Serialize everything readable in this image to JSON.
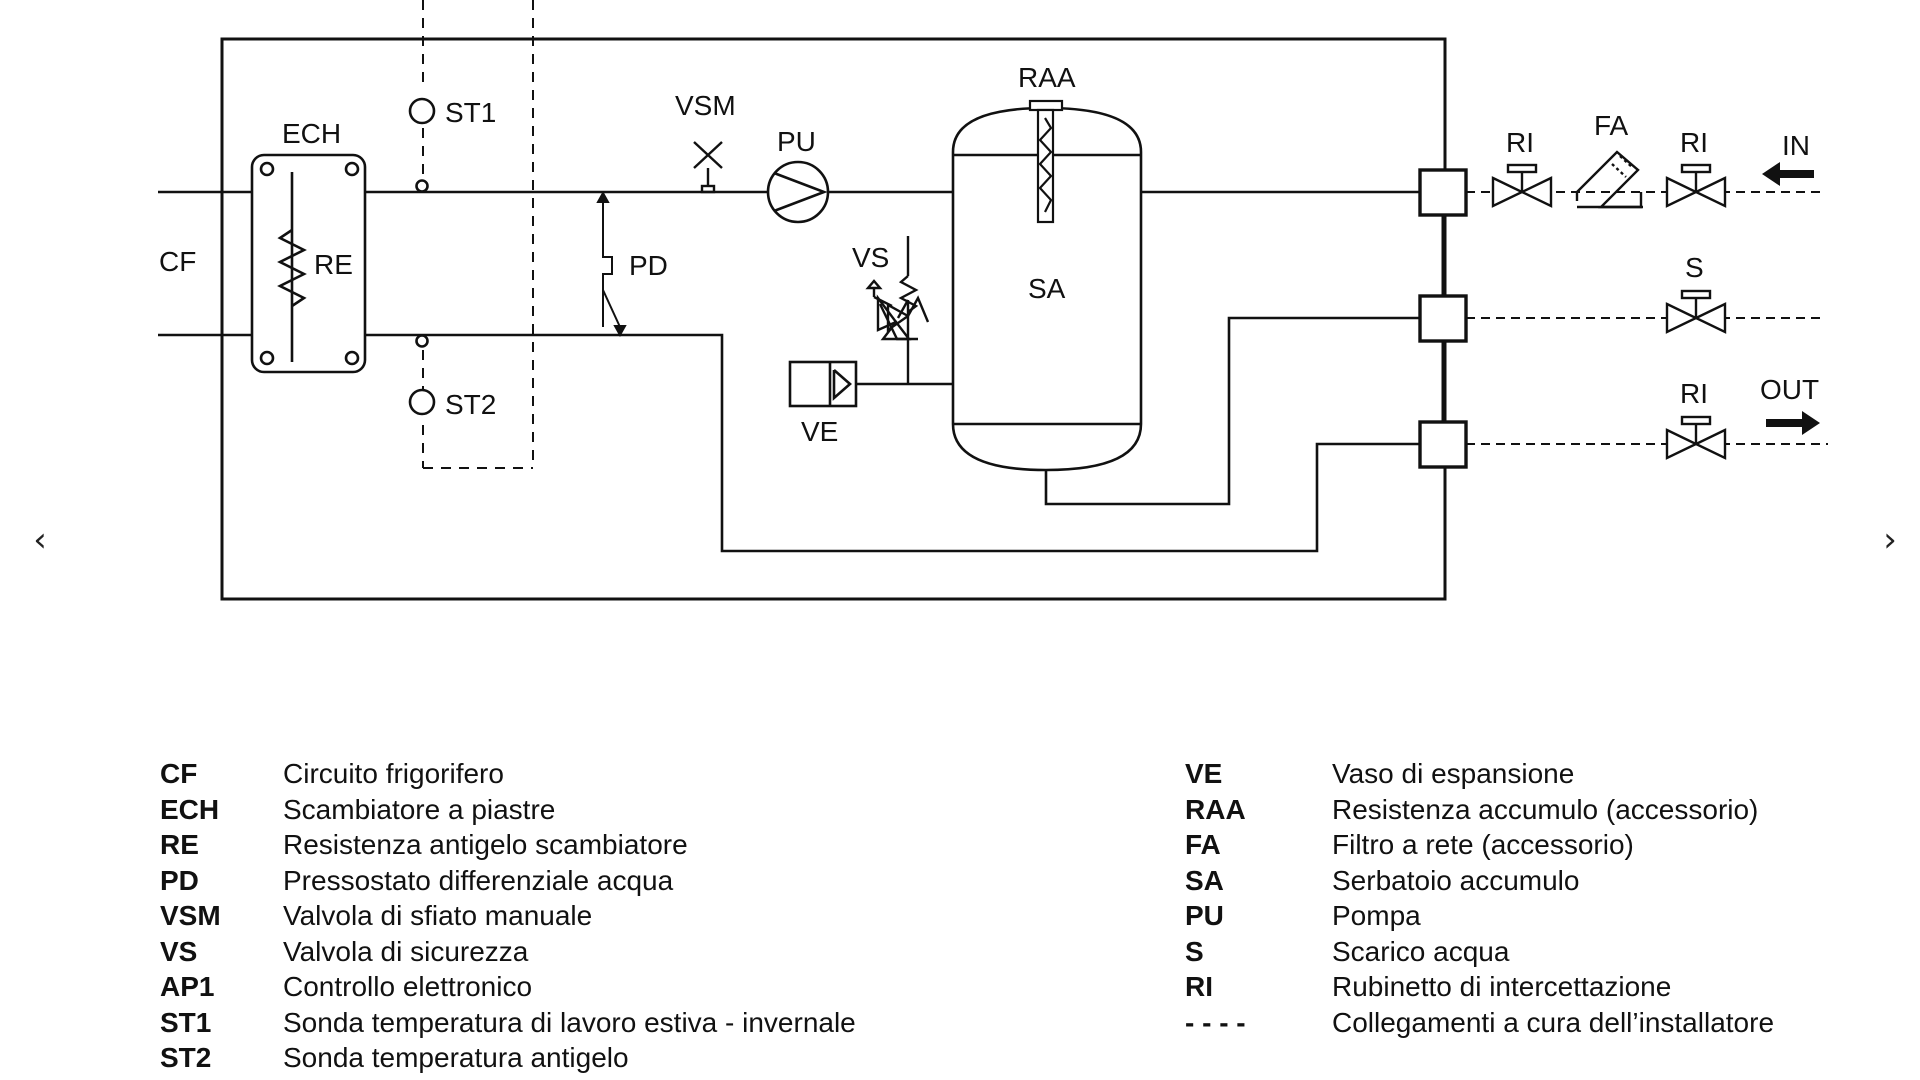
{
  "navigation": {
    "prev_icon": "‹",
    "next_icon": "›"
  },
  "labels": {
    "st1": "ST1",
    "st2": "ST2",
    "ech": "ECH",
    "re": "RE",
    "cf": "CF",
    "pd": "PD",
    "vsm": "VSM",
    "pu": "PU",
    "vs": "VS",
    "ve": "VE",
    "raa": "RAA",
    "sa": "SA",
    "ri_1": "RI",
    "fa": "FA",
    "ri_2": "RI",
    "in": "IN",
    "s": "S",
    "ri_3": "RI",
    "out": "OUT"
  },
  "legend": {
    "left": [
      {
        "code": "CF",
        "desc": "Circuito frigorifero"
      },
      {
        "code": "ECH",
        "desc": "Scambiatore a piastre"
      },
      {
        "code": "RE",
        "desc": "Resistenza antigelo scambiatore"
      },
      {
        "code": "PD",
        "desc": "Pressostato differenziale acqua"
      },
      {
        "code": "VSM",
        "desc": "Valvola di sfiato manuale"
      },
      {
        "code": "VS",
        "desc": "Valvola di sicurezza"
      },
      {
        "code": "AP1",
        "desc": "Controllo elettronico"
      },
      {
        "code": "ST1",
        "desc": "Sonda temperatura di lavoro estiva - invernale"
      },
      {
        "code": "ST2",
        "desc": "Sonda temperatura antigelo"
      }
    ],
    "right": [
      {
        "code": "VE",
        "desc": "Vaso di espansione"
      },
      {
        "code": "RAA",
        "desc": "Resistenza accumulo (accessorio)"
      },
      {
        "code": "FA",
        "desc": "Filtro a rete (accessorio)"
      },
      {
        "code": "SA",
        "desc": "Serbatoio accumulo"
      },
      {
        "code": "PU",
        "desc": "Pompa"
      },
      {
        "code": "S",
        "desc": "Scarico acqua"
      },
      {
        "code": "RI",
        "desc": "Rubinetto di intercettazione"
      },
      {
        "code": "- - - -",
        "desc": "Collegamenti a cura dell’installatore"
      }
    ]
  }
}
